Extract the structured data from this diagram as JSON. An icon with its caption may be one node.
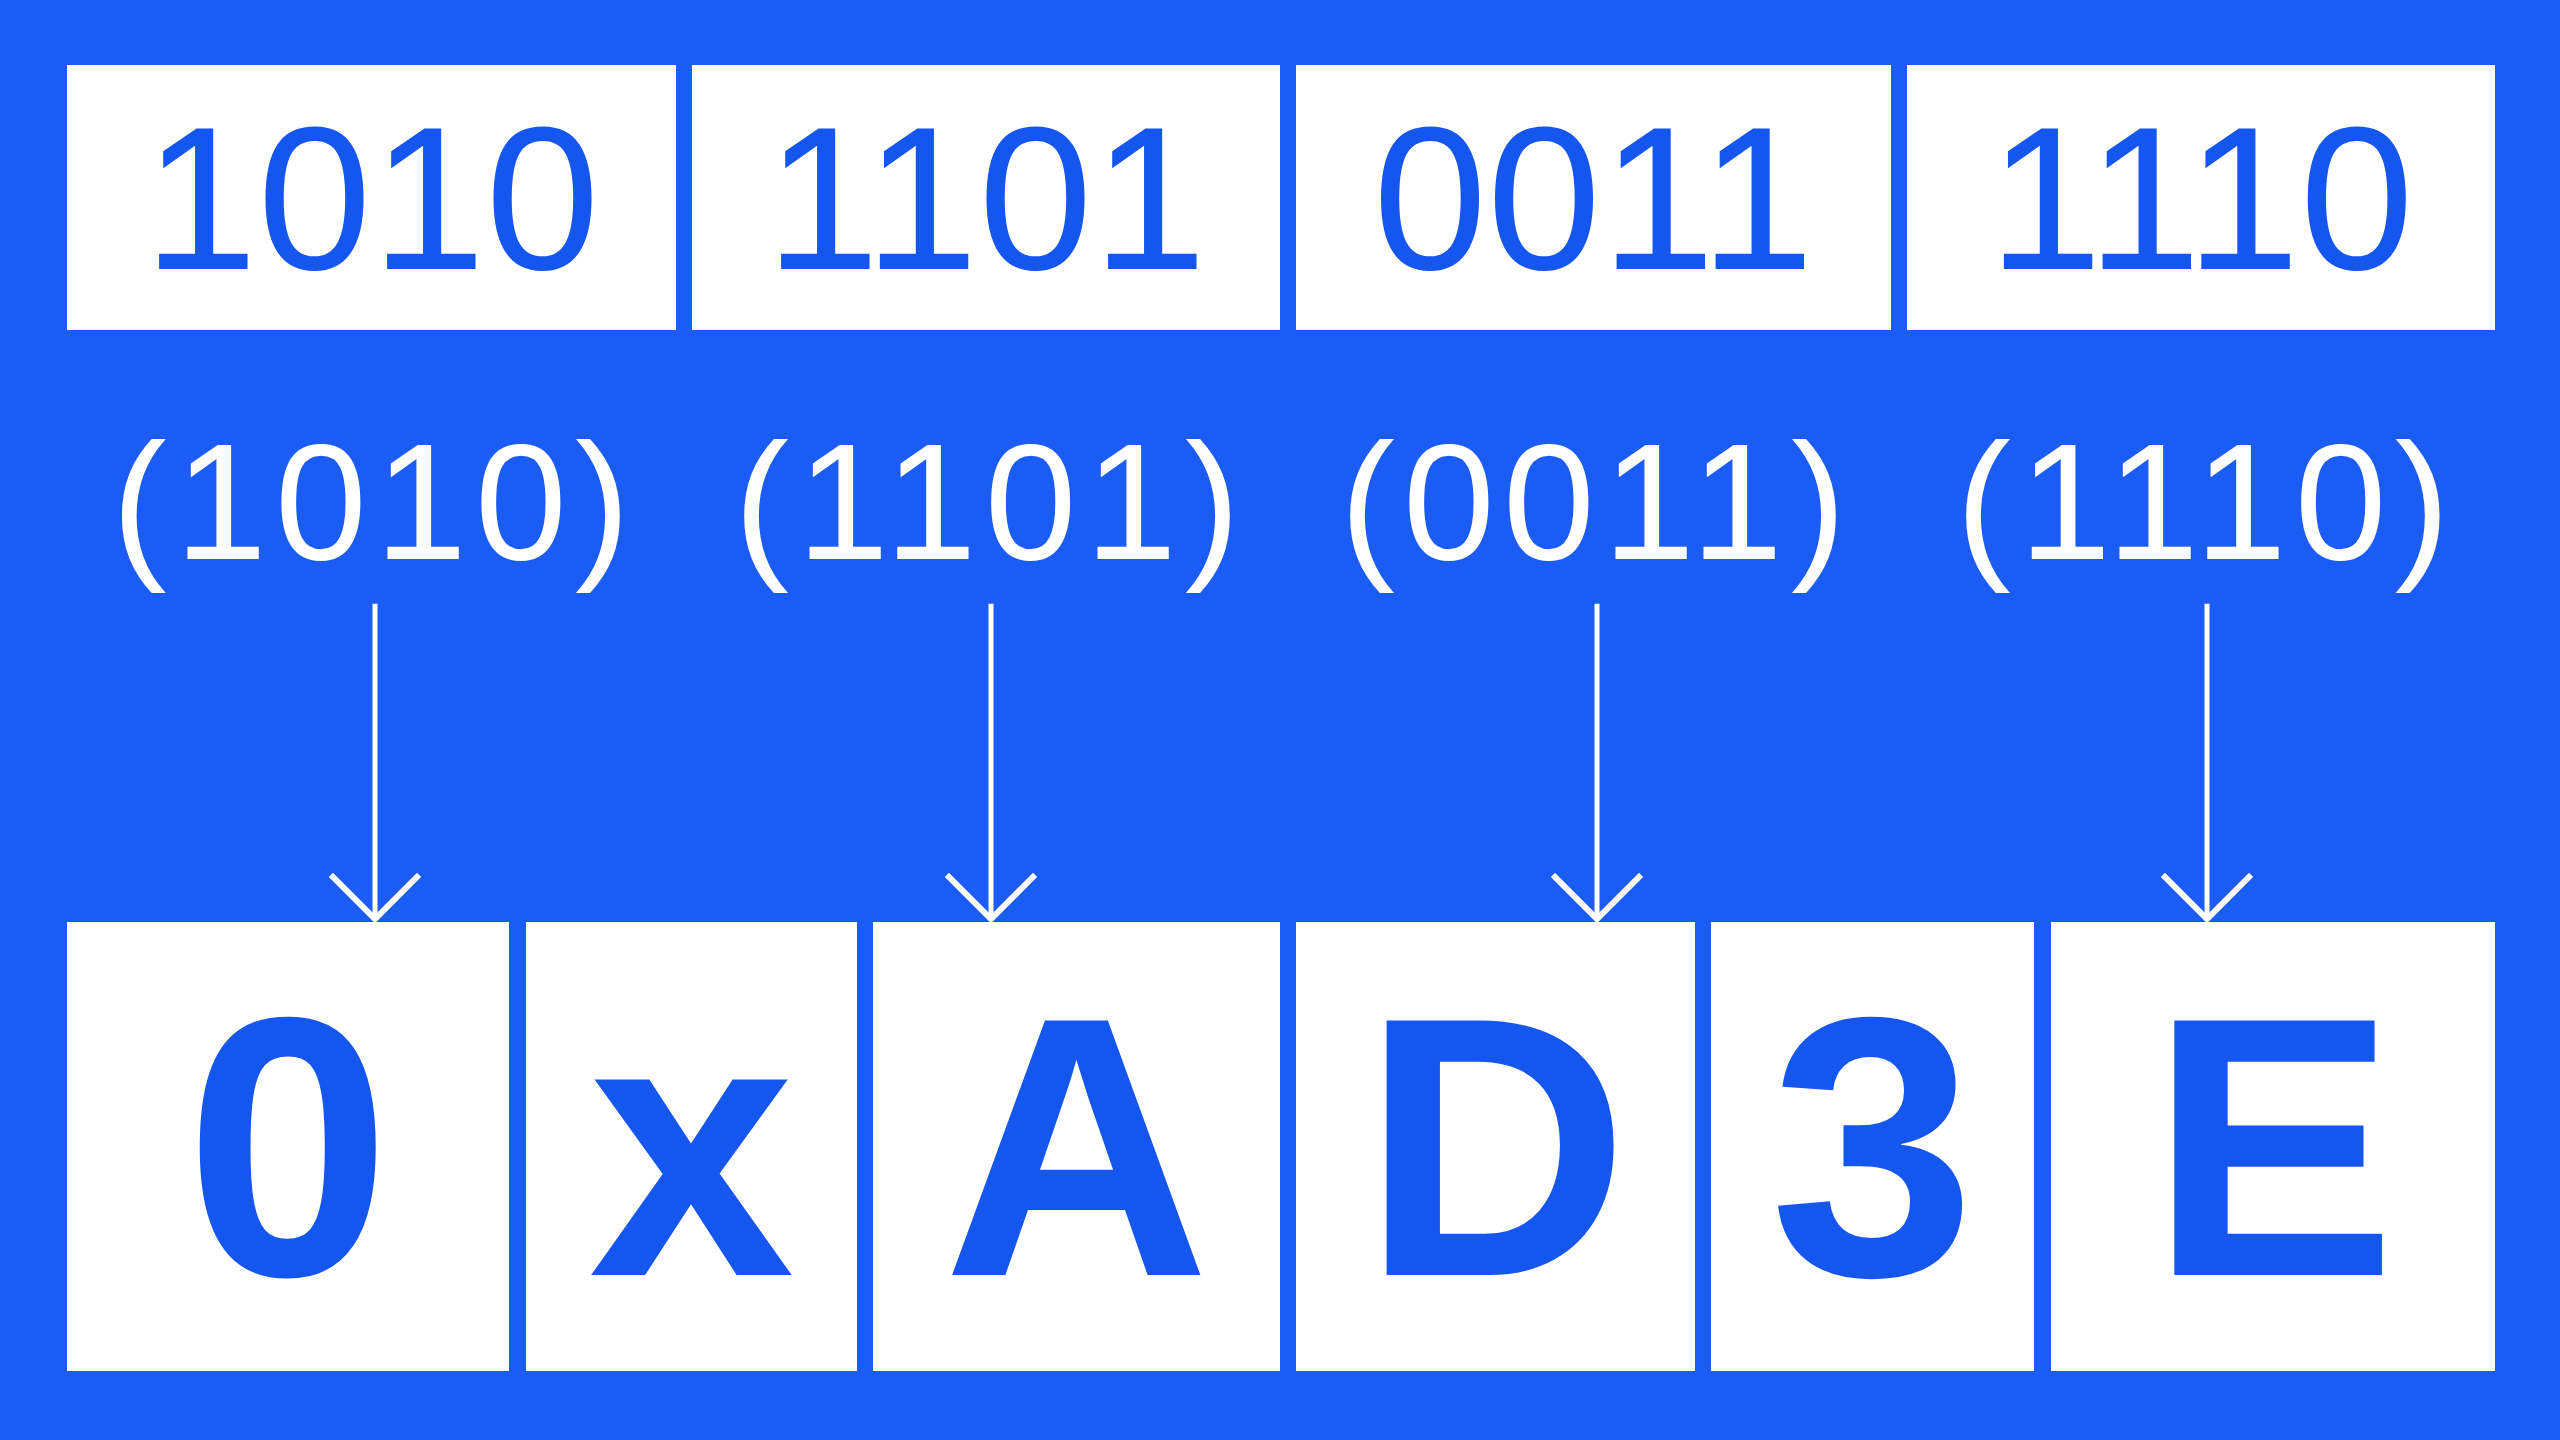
{
  "diagram": {
    "nodes": [
      {
        "text": [
          "1010"
        ]
      },
      {
        "text": [
          "1101"
        ]
      },
      {
        "text": [
          "0011"
        ]
      },
      {
        "text": [
          "1110"
        ]
      },
      {
        "text": [
          "(1010)"
        ]
      },
      {
        "text": [
          "(1101)"
        ]
      },
      {
        "text": [
          "(0011)"
        ]
      },
      {
        "text": [
          "(1110)"
        ]
      },
      {
        "text": [
          "0"
        ]
      },
      {
        "text": [
          "x"
        ]
      },
      {
        "text": [
          "A"
        ]
      },
      {
        "text": [
          "D"
        ]
      },
      {
        "text": [
          "3"
        ]
      },
      {
        "text": [
          "E"
        ]
      }
    ],
    "edges": [
      {
        "from": 4,
        "to": 8,
        "arrow": "to"
      },
      {
        "from": 5,
        "to": 10,
        "arrow": "to"
      },
      {
        "from": 6,
        "to": 11,
        "arrow": "to"
      },
      {
        "from": 7,
        "to": 13,
        "arrow": "to"
      }
    ]
  }
}
